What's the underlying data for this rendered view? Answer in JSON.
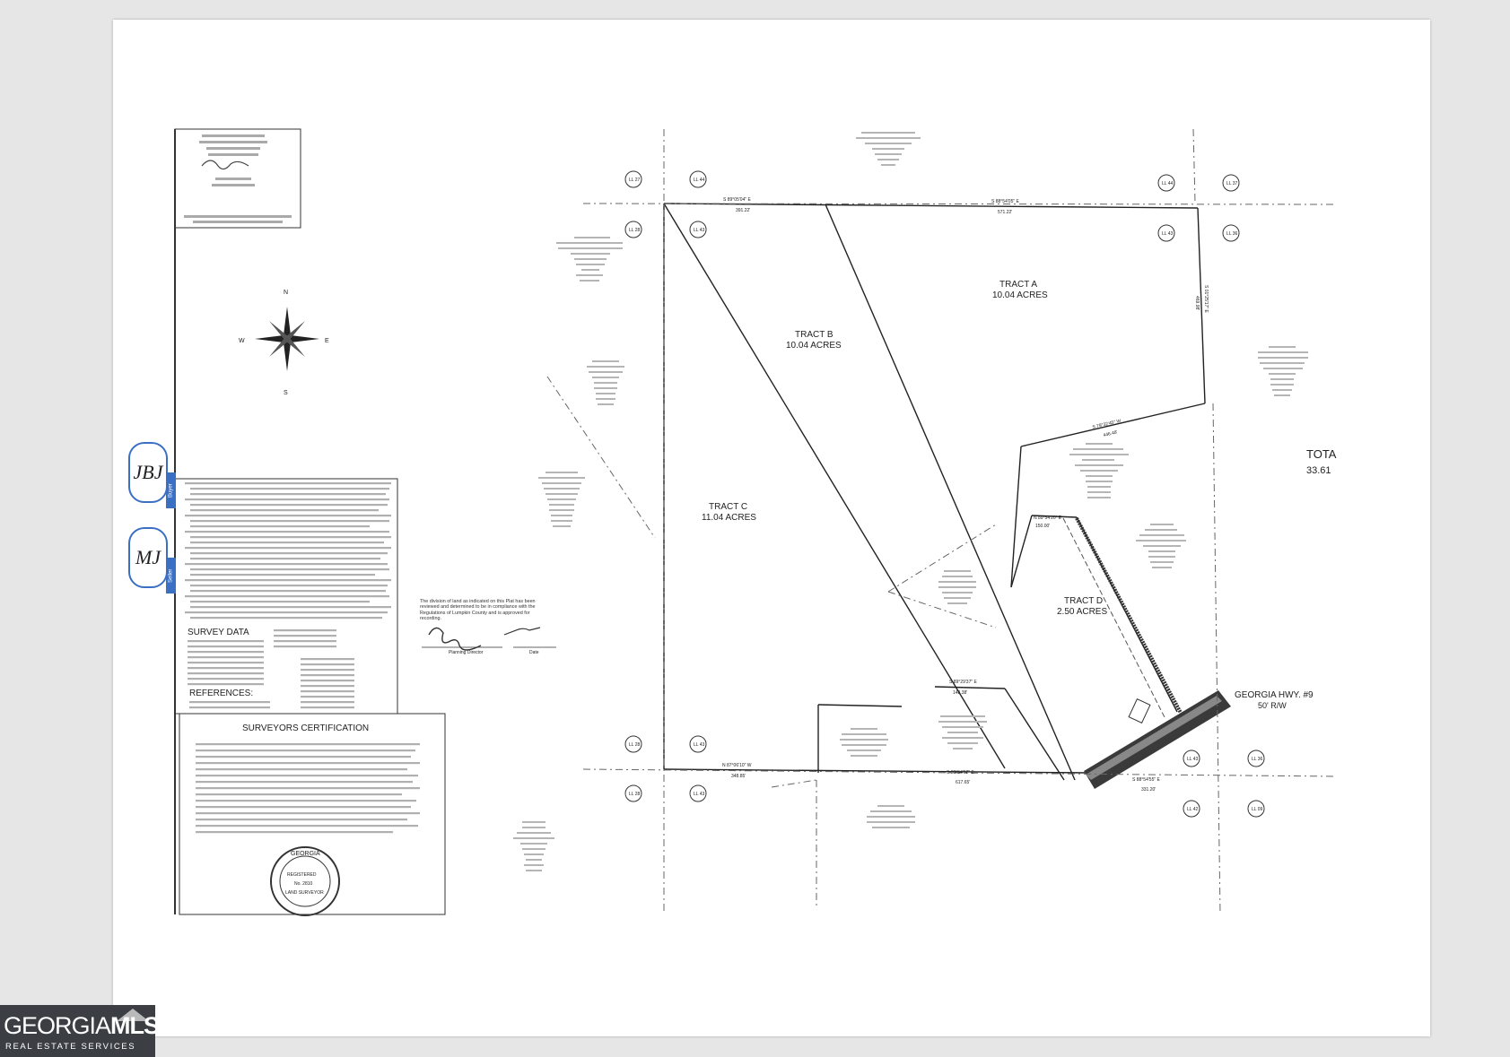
{
  "plat": {
    "tracts": [
      {
        "name": "TRACT A",
        "acres": "10.04 ACRES"
      },
      {
        "name": "TRACT B",
        "acres": "10.04 ACRES"
      },
      {
        "name": "TRACT C",
        "acres": "11.04 ACRES"
      },
      {
        "name": "TRACT D",
        "acres": "2.50 ACRES"
      }
    ],
    "total": {
      "label": "TOTA",
      "value": "33.61"
    },
    "highway": {
      "name": "GEORGIA HWY. #9",
      "row": "50' R/W"
    },
    "north_arrow": {
      "n": "N",
      "s": "S",
      "e": "E",
      "w": "W"
    },
    "survey_data_heading": "SURVEY DATA",
    "references_heading": "REFERENCES:",
    "certification_heading": "SURVEYORS CERTIFICATION",
    "seal": {
      "top": "GEORGIA",
      "middle": "REGISTERED",
      "number": "No. 2810",
      "bottom": "LAND SURVEYOR"
    },
    "lot_markers": [
      "LL 27",
      "LL 44",
      "LL 44",
      "LL 37",
      "LL 28",
      "LL 43",
      "LL 43",
      "LL 36",
      "LL 28",
      "LL 43",
      "LL 28",
      "LL 43",
      "LL 43",
      "LL 36",
      "LL 42",
      "LL 09"
    ],
    "bearings": {
      "top_left": "S 89°05'04\" E",
      "top_left_dist": "391.22'",
      "top_right": "S 88°54'05\" E",
      "top_right_dist": "571.22'",
      "bottom_left": "N 87°06'10\" W",
      "bottom_left_dist": "348.85'",
      "bottom_mid": "S 88°54'02\" E",
      "bottom_mid_dist": "617.65'",
      "bottom_right": "S 88°54'55\" E",
      "bottom_right_dist": "331.20'",
      "east_upper": "S 01°25'17\" E",
      "east_upper_dist": "469.98'",
      "ne_angle": "S 78°32'45\" W",
      "ne_angle_dist": "446.48'",
      "tract_d_top": "N 89°54'20\" E",
      "tract_d_top_dist": "150.00'",
      "tract_d_bottom": "S 89°29'37\" E",
      "tract_d_bottom_dist": "148.38'"
    },
    "approval": {
      "note": "The division of land as indicated on this Plat has been reviewed and determined to be in compliance with the Regulations of Lumpkin County and is approved for recording.",
      "official": "Planning Director",
      "date_label": "Date"
    },
    "initials": [
      {
        "text": "JBJ",
        "tag": "Buyer"
      },
      {
        "text": "MJ",
        "tag": "Seller"
      }
    ]
  },
  "brand": {
    "name_a": "GEORGIA",
    "name_b": "MLS",
    "tagline": "REAL ESTATE SERVICES"
  }
}
